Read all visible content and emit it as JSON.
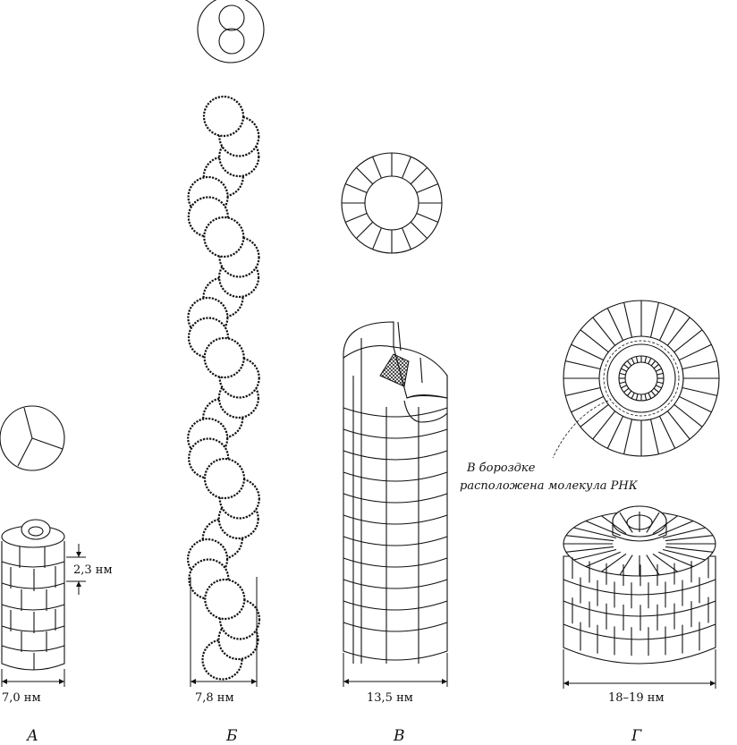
{
  "panels": [
    {
      "letter": "А",
      "width_label": "7,0 нм",
      "height_label": "2,3 нм"
    },
    {
      "letter": "Б",
      "width_label": "7,8 нм"
    },
    {
      "letter": "В",
      "width_label": "13,5 нм"
    },
    {
      "letter": "Г",
      "width_label": "18–19 нм"
    }
  ],
  "annotation": {
    "line1": "В бороздке",
    "line2": "расположена молекула РНК"
  }
}
